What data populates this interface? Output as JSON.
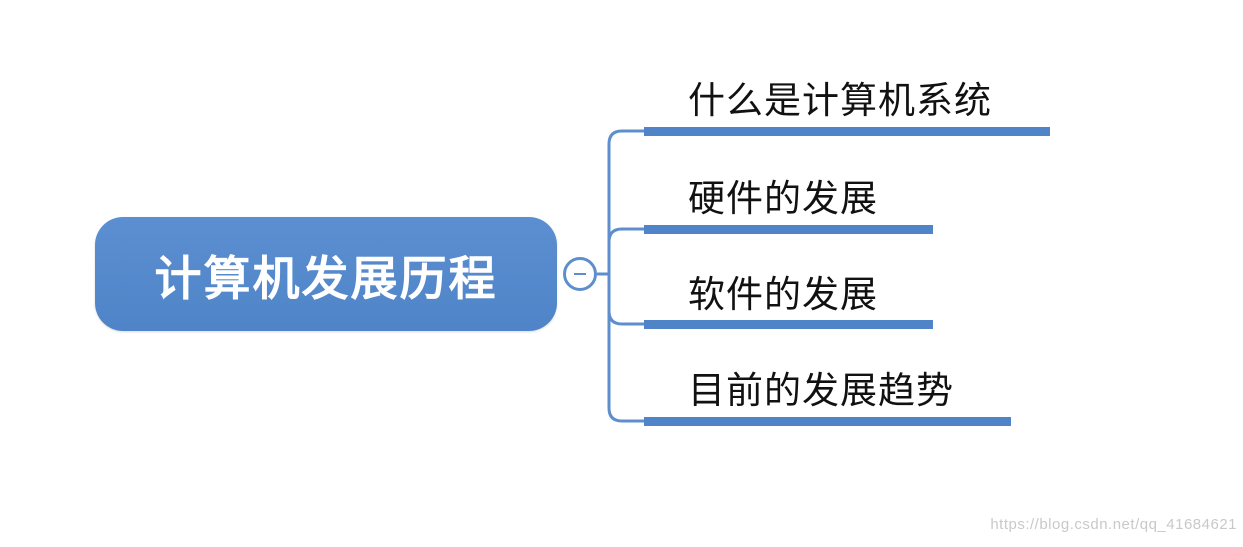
{
  "mindmap": {
    "root": {
      "label": "计算机发展历程"
    },
    "branches": [
      {
        "label": "什么是计算机系统"
      },
      {
        "label": "硬件的发展"
      },
      {
        "label": "软件的发展"
      },
      {
        "label": "目前的发展趋势"
      }
    ],
    "colors": {
      "root_fill": "#4f84c8",
      "connector": "#5e8fcc",
      "underline": "#4f84c8"
    },
    "toggle_icon": "minus-circle-icon"
  },
  "watermark": {
    "text": "https://blog.csdn.net/qq_41684621"
  }
}
